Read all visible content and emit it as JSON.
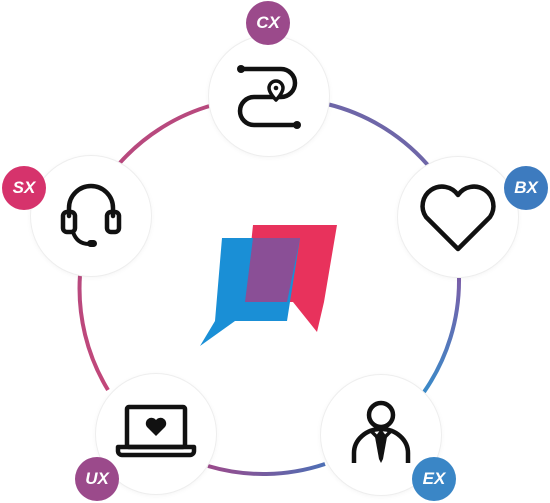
{
  "nodes": [
    {
      "key": "cx",
      "label": "CX",
      "icon": "route-pin-icon",
      "color": "#9b4a8b"
    },
    {
      "key": "bx",
      "label": "BX",
      "icon": "heart-icon",
      "color": "#3d7bbf"
    },
    {
      "key": "ex",
      "label": "EX",
      "icon": "employee-tie-icon",
      "color": "#3a86c6"
    },
    {
      "key": "ux",
      "label": "UX",
      "icon": "laptop-heart-icon",
      "color": "#9b4a8b"
    },
    {
      "key": "sx",
      "label": "SX",
      "icon": "headset-icon",
      "color": "#d6336c"
    }
  ],
  "center_logo": {
    "icon": "speech-bubbles-logo",
    "colors": [
      "#1a8fd6",
      "#e8325c",
      "#7a4f9c"
    ]
  },
  "ring_colors": {
    "cx_to_bx": "#6e66a8",
    "bx_to_ex": "#3a86c6",
    "ex_to_ux": "#6e66a8",
    "ux_to_sx": "#c74778",
    "sx_to_cx": "#b8497e"
  }
}
